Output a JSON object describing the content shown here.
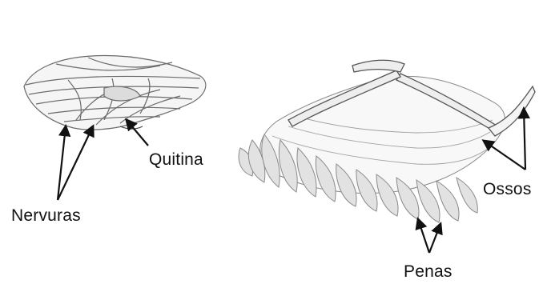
{
  "labels": {
    "quitina": "Quitina",
    "nervuras": "Nervuras",
    "ossos": "Ossos",
    "penas": "Penas"
  },
  "colors": {
    "line": "#555555",
    "arrow": "#111111",
    "shade": "#9a9a9a",
    "feather": "#cfcfcf"
  }
}
